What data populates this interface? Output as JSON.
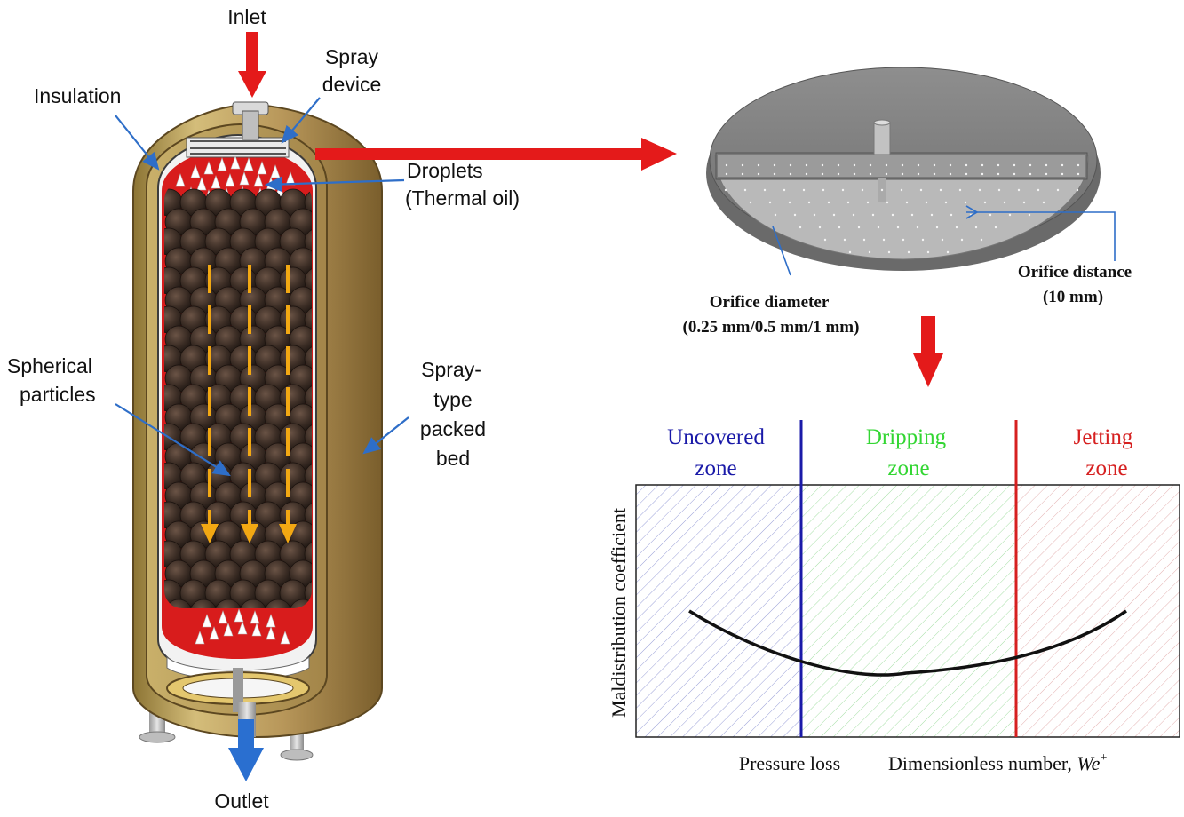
{
  "vessel_labels": {
    "inlet": "Inlet",
    "spray_device_line1": "Spray",
    "spray_device_line2": "device",
    "insulation": "Insulation",
    "droplets_line1": "Droplets",
    "droplets_line2": "(Thermal oil)",
    "spherical_line1": "Spherical",
    "spherical_line2": "particles",
    "spraytype_line1": "Spray-",
    "spraytype_line2": "type",
    "spraytype_line3": "packed",
    "spraytype_line4": "bed",
    "outlet": "Outlet"
  },
  "plate_labels": {
    "orifice_distance_line1": "Orifice distance",
    "orifice_distance_line2": "(10 mm)",
    "orifice_diameter_line1": "Orifice diameter",
    "orifice_diameter_line2": "(0.25 mm/0.5 mm/1 mm)"
  },
  "zones": [
    {
      "line1": "Uncovered",
      "line2": "zone",
      "color": "#1a1aa8"
    },
    {
      "line1": "Dripping",
      "line2": "zone",
      "color": "#33d633"
    },
    {
      "line1": "Jetting",
      "line2": "zone",
      "color": "#d62020"
    }
  ],
  "chart": {
    "ylabel": "Maldistribution coefficient",
    "xlabel_left": "Pressure loss",
    "xlabel_right": "Dimensionless number, ",
    "xlabel_symbol": "We",
    "xlabel_sup": "+"
  },
  "colors": {
    "arrow_red": "#e41a1a",
    "arrow_blue": "#2a6fd0",
    "flow_arrow": "#f2a813",
    "shell": "#b59a52",
    "oil_red": "#d81c1c",
    "particle": "#3a2c24"
  }
}
